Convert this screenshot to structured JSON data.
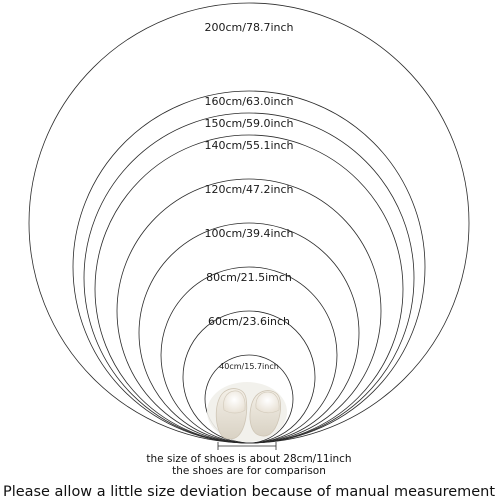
{
  "rings": [
    {
      "diameter_cm": 200,
      "label": "200cm/78.7inch"
    },
    {
      "diameter_cm": 160,
      "label": "160cm/63.0inch"
    },
    {
      "diameter_cm": 150,
      "label": "150cm/59.0inch"
    },
    {
      "diameter_cm": 140,
      "label": "140cm/55.1inch"
    },
    {
      "diameter_cm": 120,
      "label": "120cm/47.2inch"
    },
    {
      "diameter_cm": 100,
      "label": "100cm/39.4inch"
    },
    {
      "diameter_cm": 80,
      "label": "80cm/21.5imch"
    },
    {
      "diameter_cm": 60,
      "label": "60cm/23.6inch"
    },
    {
      "diameter_cm": 40,
      "label": "40cm/15.7inch"
    }
  ],
  "shoe_note": "the size of shoes is about 28cm/11inch",
  "comparison_note": "the shoes are for comparison",
  "footer": "Please allow a little size deviation because of manual measurement",
  "colors": {
    "ring_stroke": "#2a2a2a",
    "text": "#111111",
    "background": "#ffffff"
  }
}
